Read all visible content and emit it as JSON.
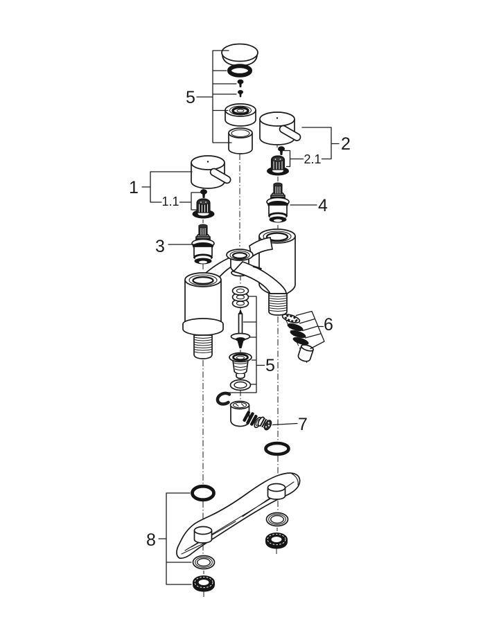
{
  "colors": {
    "background": "#ffffff",
    "ink": "#1a1a1a"
  },
  "diagram": {
    "description": "Exploded parts diagram of a deck-mounted two-handle bath and shower mixer tap",
    "callouts": [
      {
        "label": "1",
        "part": "left-lever-handle"
      },
      {
        "label": "1.1",
        "part": "left-handle-screw-and-adapter"
      },
      {
        "label": "2",
        "part": "right-lever-handle"
      },
      {
        "label": "2.1",
        "part": "right-handle-screw-and-adapter"
      },
      {
        "label": "3",
        "part": "left-valve-cartridge"
      },
      {
        "label": "4",
        "part": "right-valve-cartridge"
      },
      {
        "label": "5",
        "part": "cap-o-ring-aerator-sleeve-group"
      },
      {
        "label": "5",
        "part": "diverter-assembly-group"
      },
      {
        "label": "6",
        "part": "seal-and-check-valve-kit"
      },
      {
        "label": "7",
        "part": "hose-union-elbow-and-connector"
      },
      {
        "label": "8",
        "part": "fixing-set-o-ring-washer-nut"
      }
    ]
  }
}
